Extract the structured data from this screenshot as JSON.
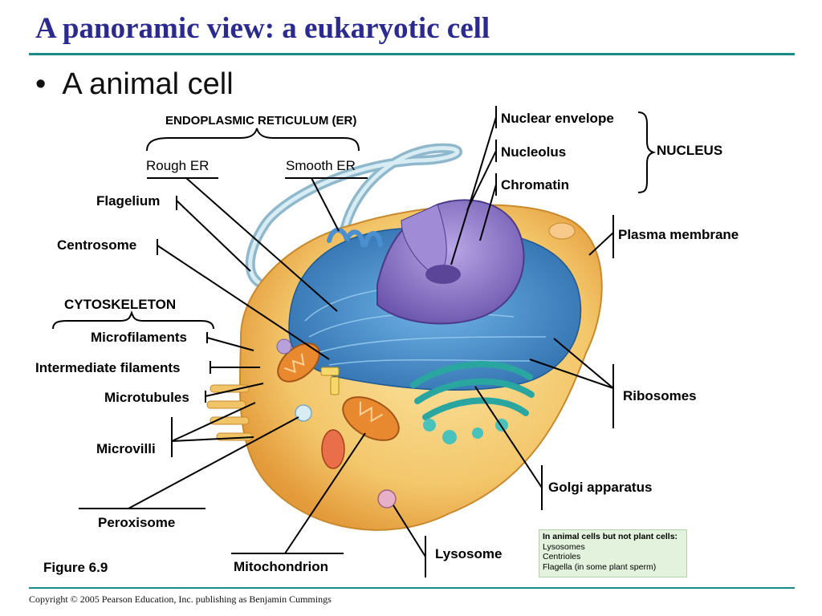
{
  "slide": {
    "title": "A panoramic view: a eukaryotic cell",
    "bullet": "A animal cell",
    "figure": "Figure 6.9",
    "copyright": "Copyright © 2005 Pearson Education, Inc. publishing as Benjamin Cummings"
  },
  "labels": {
    "er_group": "ENDOPLASMIC RETICULUM (ER)",
    "rough_er": "Rough ER",
    "smooth_er": "Smooth ER",
    "flagelium": "Flagelium",
    "centrosome": "Centrosome",
    "cytoskeleton": "CYTOSKELETON",
    "microfilaments": "Microfilaments",
    "intermediate_filaments": "Intermediate filaments",
    "microtubules": "Microtubules",
    "microvilli": "Microvilli",
    "peroxisome": "Peroxisome",
    "mitochondrion": "Mitochondrion",
    "lysosome": "Lysosome",
    "golgi": "Golgi apparatus",
    "ribosomes": "Ribosomes",
    "plasma_membrane": "Plasma membrane",
    "nuclear_envelope": "Nuclear envelope",
    "nucleolus": "Nucleolus",
    "chromatin": "Chromatin",
    "nucleus": "NUCLEUS"
  },
  "note": {
    "heading": "In animal cells but not plant cells:",
    "items": [
      "Lysosomes",
      "Centrioles",
      "Flagella (in some plant sperm)"
    ]
  },
  "colors": {
    "title": "#2b2b8f",
    "rule": "#1a8a8a",
    "cytoplasm": "#f3c66a",
    "er": "#3f86c8",
    "nucleus": "#8a72c6",
    "golgi": "#2aa6a0",
    "mitochondria": "#e9892f",
    "flagellum": "#a9cfe0",
    "note_bg": "#e2f2dc"
  }
}
